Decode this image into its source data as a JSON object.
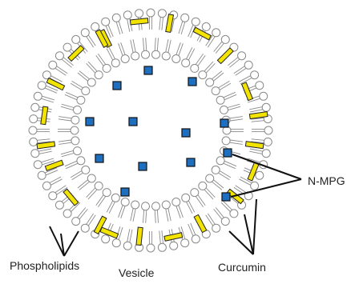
{
  "labels": {
    "phospholipids": "Phospholipids",
    "vesicle": "Vesicle",
    "curcumin": "Curcumin",
    "n_mpg": "N-MPG"
  },
  "colors": {
    "curcumin_fill": "#f2e400",
    "curcumin_stroke": "#222222",
    "n_mpg_fill": "#1f6fc0",
    "n_mpg_stroke": "#111111",
    "lipid_head_stroke": "#8a8a8a",
    "lipid_tail_stroke": "#8a8a8a",
    "pointer_line": "#111111"
  }
}
